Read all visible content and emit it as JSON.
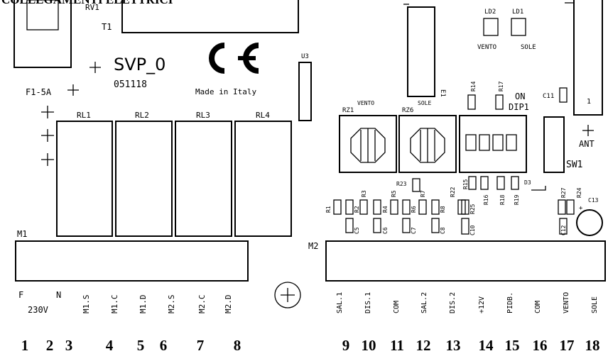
{
  "header_title": "COLLEGAMENTI ELETTRICI",
  "components": {
    "rv1": "RV1",
    "t1": "T1",
    "board_name": "SVP_0",
    "board_code": "051118",
    "made_in": "Made in Italy",
    "ce_mark": "CE",
    "fuse": "F1-5A",
    "u3": "U3",
    "e1": "E1",
    "ld2": "LD2",
    "ld1": "LD1",
    "ld2_label": "VENTO",
    "ld1_label": "SOLE",
    "r14": "R14",
    "r17": "R17",
    "on": "ON",
    "dip1": "DIP1",
    "c11": "C11",
    "ant_pin": "1",
    "ant": "ANT",
    "sw1": "SW1",
    "rz1": "RZ1",
    "rz1_label": "VENTO",
    "rz6": "RZ6",
    "rz6_label": "SOLE",
    "r23": "R23",
    "r15": "R15",
    "r16": "R16",
    "r18": "R18",
    "r19": "R19",
    "d3": "D3",
    "r27": "R27",
    "r24": "R24",
    "c13": "C13",
    "c12": "C12",
    "r1": "R1",
    "r2": "R2",
    "r3": "R3",
    "c5": "C5",
    "r4": "R4",
    "c6": "C6",
    "r5": "R5",
    "r6": "R6",
    "r7": "R7",
    "c7": "C7",
    "r8": "R8",
    "c8": "C8",
    "r22": "R22",
    "r25": "R25",
    "c10": "C10"
  },
  "relays": [
    "RL1",
    "RL2",
    "RL3",
    "RL4"
  ],
  "m1": {
    "name": "M1",
    "f": "F",
    "n": "N",
    "voltage": "230V",
    "pins": [
      "M1.S",
      "M1.C",
      "M1.D",
      "M2.S",
      "M2.C",
      "M2.D"
    ]
  },
  "m2": {
    "name": "M2",
    "pins": [
      "SAL.1",
      "DIS.1",
      "COM",
      "SAL.2",
      "DIS.2",
      "+12V",
      "PIDB.",
      "COM",
      "VENTO",
      "SOLE"
    ]
  },
  "terminal_numbers": [
    "1",
    "2",
    "3",
    "4",
    "5",
    "6",
    "7",
    "8",
    "9",
    "10",
    "11",
    "12",
    "13",
    "14",
    "15",
    "16",
    "17",
    "18"
  ]
}
